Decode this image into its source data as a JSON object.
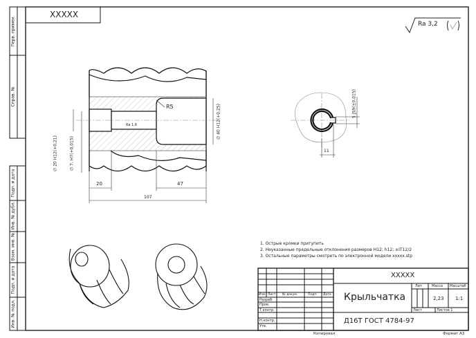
{
  "top_code": "XXXXX",
  "roughness": {
    "general": "Ra 3,2",
    "bore": "Ra 1,6"
  },
  "side_strip": [
    "Перв. примен.",
    "Справ. №",
    "Подп. и дата",
    "Инв. № дубл.",
    "Взам. инв. №",
    "Подп. и дата",
    "Инв. № подл."
  ],
  "dimensions": {
    "d1": "∅ 20 H12(+0,21)",
    "d2": "∅ 7, H7(+0,015)",
    "d3": "∅ 40 H12(+0,25)",
    "radius": "R5",
    "len1": "20",
    "len2": "47",
    "total": "107",
    "key_width": "5 JS9(±0,015)",
    "key_depth": "11"
  },
  "notes": [
    "1. Острые кромки притупить",
    "2. Неуказанные предельные отклонения размеров H12; h12; ±IT12/2",
    "3. Остальные параметры смотреть по электронной модели  xxxxx.stp"
  ],
  "title_block": {
    "designation": "XXXXX",
    "name": "Крыльчатка",
    "material": "Д16Т ГОСТ 4784-97",
    "col_headers": [
      "Изм.",
      "Лист",
      "№ докум.",
      "Подп.",
      "Дата"
    ],
    "roles": [
      "Разраб.",
      "Пров.",
      "Т.контр.",
      "Н.контр.",
      "Утв."
    ],
    "lit_label": "Лит.",
    "mass_label": "Масса",
    "scale_label": "Масштаб",
    "mass": "2,23",
    "scale": "1:1",
    "sheet_label": "Лист",
    "sheets_label": "Листов 1"
  },
  "footer": {
    "copied": "Копировал",
    "format": "Формат А3"
  }
}
